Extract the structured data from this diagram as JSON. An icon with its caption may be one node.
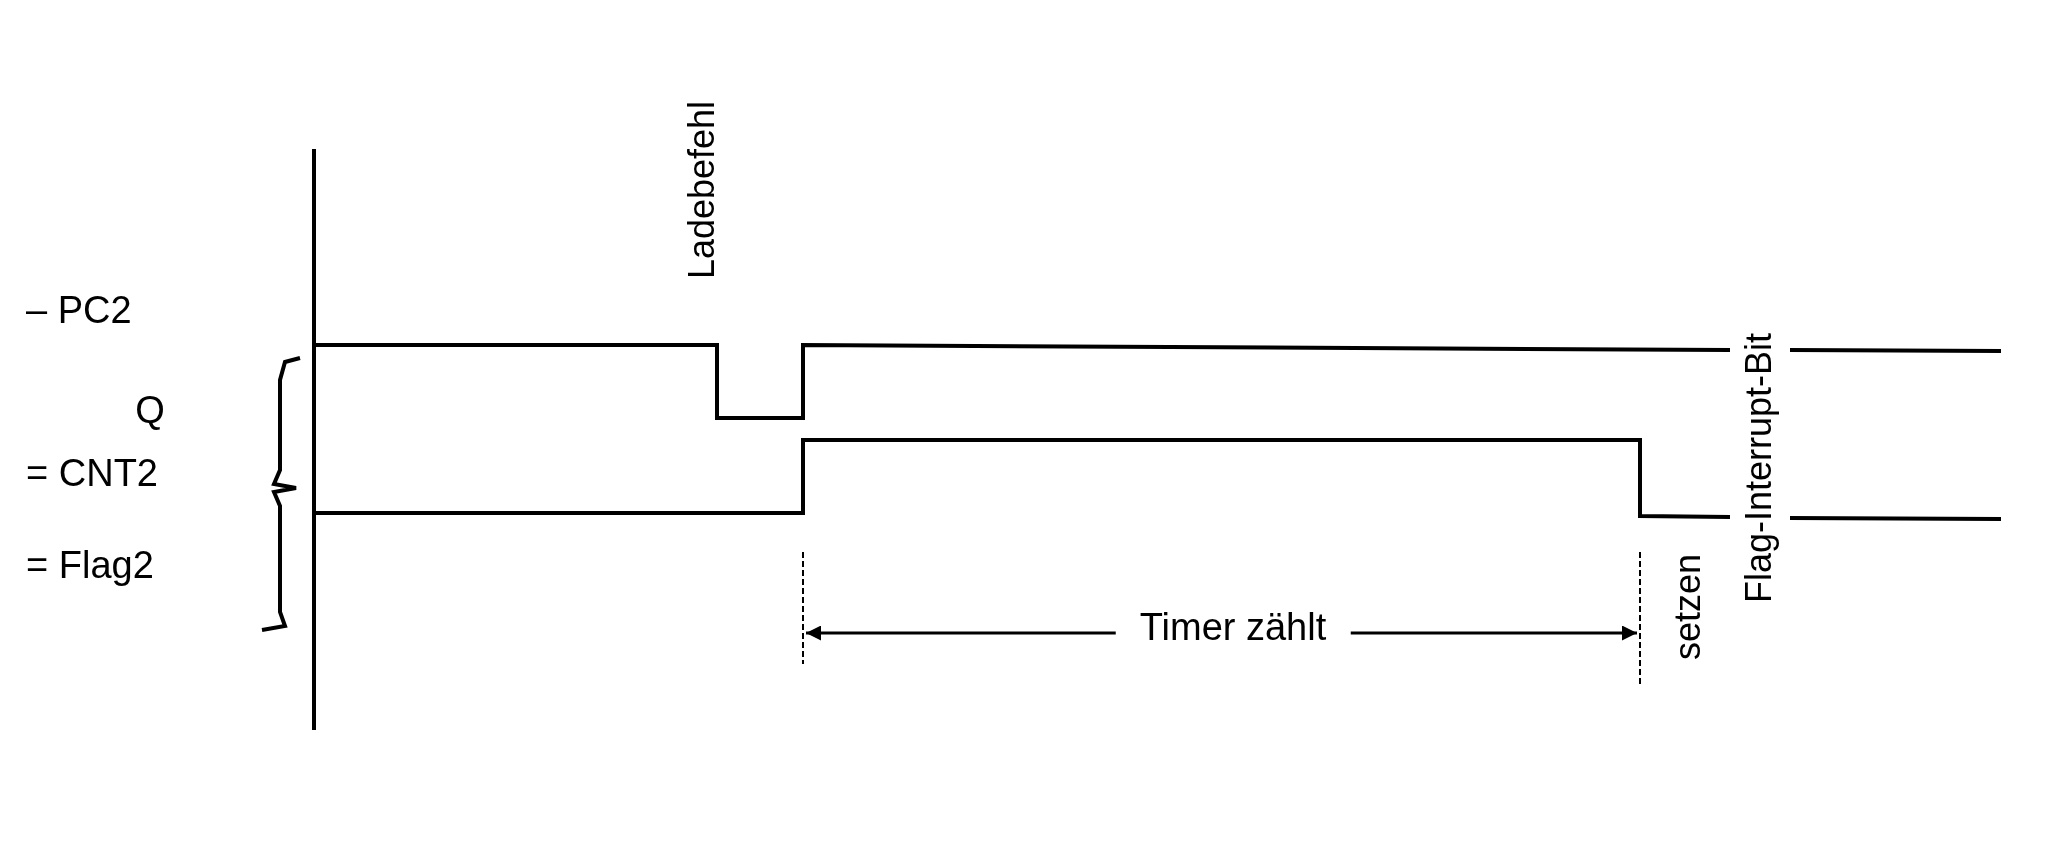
{
  "diagram": {
    "labels": [
      "– PC2",
      "Q",
      "= CNT2",
      "= Flag2",
      "Ladebefehl",
      "Timer zählt",
      "setzen",
      "Flag-Interrupt-Bit"
    ]
  }
}
